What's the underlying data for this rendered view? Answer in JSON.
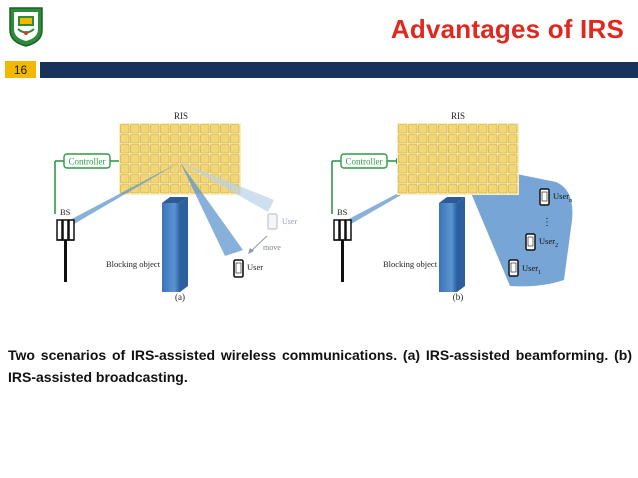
{
  "slide": {
    "number": "16",
    "title": "Advantages of IRS"
  },
  "colors": {
    "title": "#e0281f",
    "bar": "#17335c",
    "badge": "#f2b800",
    "ris_cell": "#f3d776",
    "beam": "#5f97cf",
    "controller": "#2f9a48",
    "blocking": "#4f86c6"
  },
  "logo": {
    "icon": "university-seal-logo"
  },
  "figure": {
    "panel_a": {
      "ris_label": "RIS",
      "controller_label": "Controller",
      "bs_label": "BS",
      "blocking_label": "Blocking object",
      "user_ghost_label": "User",
      "move_label": "move",
      "user_label": "User",
      "sublabel": "(a)"
    },
    "panel_b": {
      "ris_label": "RIS",
      "controller_label": "Controller",
      "bs_label": "BS",
      "blocking_label": "Blocking object",
      "users": [
        {
          "name": "User",
          "sub": "n"
        },
        {
          "name": "User",
          "sub": "2"
        },
        {
          "name": "User",
          "sub": "1"
        }
      ],
      "dots": "⋮",
      "sublabel": "(b)"
    }
  },
  "caption": "Two scenarios of IRS-assisted wireless communications. (a) IRS-assisted beamforming. (b) IRS-assisted broadcasting."
}
